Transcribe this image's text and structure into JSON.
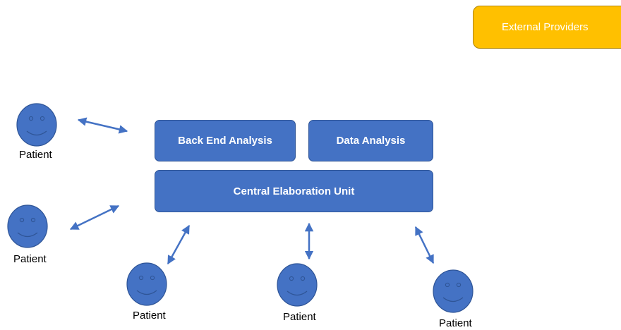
{
  "external_providers": {
    "label": "External Providers",
    "color": "#ffc000"
  },
  "boxes": {
    "back_end": "Back End Analysis",
    "data_analysis": "Data Analysis",
    "central": "Central Elaboration Unit",
    "color": "#4472c4"
  },
  "patients": [
    {
      "label": "Patient",
      "icon": "smiley-face-icon"
    },
    {
      "label": "Patient",
      "icon": "smiley-face-icon"
    },
    {
      "label": "Patient",
      "icon": "smiley-face-icon"
    },
    {
      "label": "Patient",
      "icon": "smiley-face-icon"
    },
    {
      "label": "Patient",
      "icon": "smiley-face-icon"
    }
  ],
  "connector": {
    "type": "double-arrow",
    "color": "#4472c4"
  }
}
